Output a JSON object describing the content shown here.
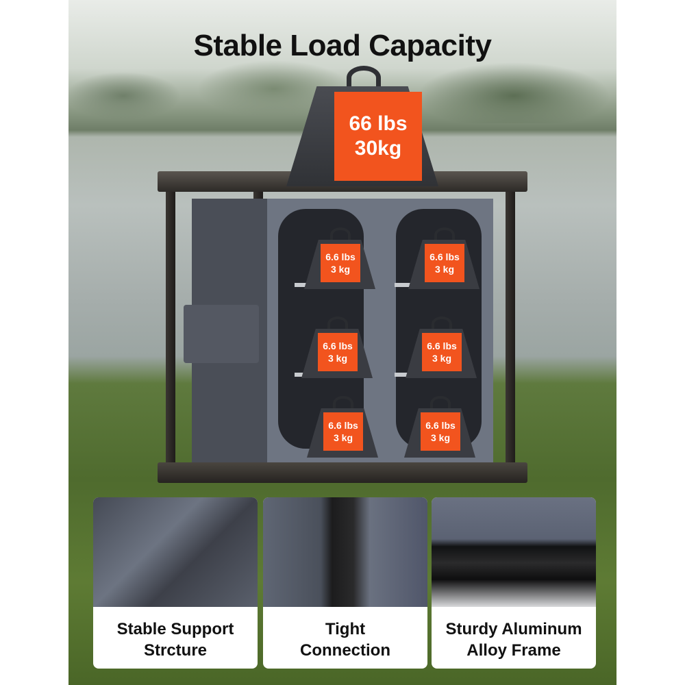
{
  "title": "Stable Load Capacity",
  "main_weight": {
    "line1": "66 lbs",
    "line2": "30kg"
  },
  "shelf_weights": [
    {
      "line1": "6.6 lbs",
      "line2": "3 kg"
    },
    {
      "line1": "6.6 lbs",
      "line2": "3 kg"
    },
    {
      "line1": "6.6 lbs",
      "line2": "3 kg"
    },
    {
      "line1": "6.6 lbs",
      "line2": "3 kg"
    },
    {
      "line1": "6.6 lbs",
      "line2": "3 kg"
    },
    {
      "line1": "6.6 lbs",
      "line2": "3 kg"
    }
  ],
  "features": [
    {
      "line1": "Stable Support",
      "line2": "Strcture"
    },
    {
      "line1": "Tight",
      "line2": "Connection"
    },
    {
      "line1": "Sturdy Aluminum",
      "line2": "Alloy Frame"
    }
  ],
  "colors": {
    "accent": "#f2541e",
    "frame": "#2d2a27",
    "fabric": "#6e7582"
  }
}
